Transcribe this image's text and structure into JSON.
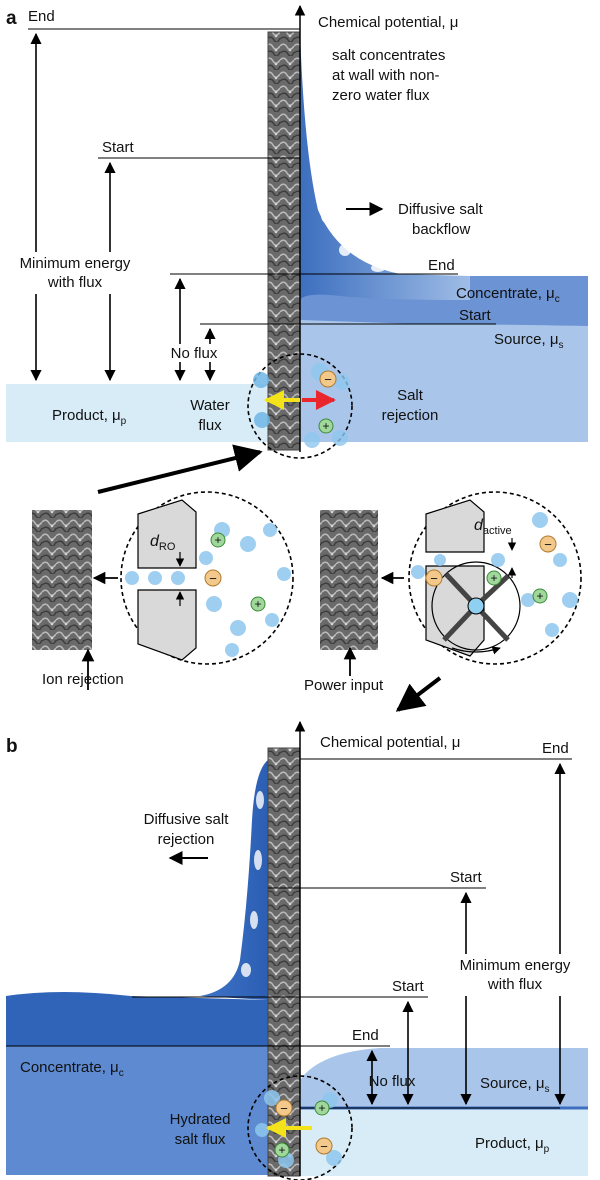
{
  "panel_a": {
    "label": "a",
    "end_top": "End",
    "axis_title": "Chemical potential, μ",
    "wall_note": [
      "salt concentrates",
      "at wall with non-",
      "zero water flux"
    ],
    "start_left": "Start",
    "diffusive": [
      "Diffusive salt",
      "backflow"
    ],
    "min_energy": [
      "Minimum energy",
      "with flux"
    ],
    "end_right": "End",
    "concentrate": "Concentrate, μ",
    "concentrate_sub": "c",
    "start_right": "Start",
    "source": "Source, μ",
    "source_sub": "s",
    "no_flux": "No flux",
    "product": "Product, μ",
    "product_sub": "p",
    "water_flux": [
      "Water",
      "flux"
    ],
    "salt_rejection": [
      "Salt",
      "rejection"
    ]
  },
  "middle": {
    "ion_rejection": "Ion rejection",
    "d_ro": "d",
    "d_ro_sub": "RO",
    "power_input": "Power input",
    "d_active": "d",
    "d_active_sub": "active"
  },
  "panel_b": {
    "label": "b",
    "axis_title": "Chemical potential, μ",
    "end_top": "End",
    "diffusive": [
      "Diffusive salt",
      "rejection"
    ],
    "start_upper": "Start",
    "min_energy": [
      "Minimum energy",
      "with flux"
    ],
    "start_lower": "Start",
    "end_lower": "End",
    "no_flux": "No flux",
    "concentrate": "Concentrate, μ",
    "concentrate_sub": "c",
    "source": "Source, μ",
    "source_sub": "s",
    "hydrated": [
      "Hydrated",
      "salt flux"
    ],
    "product": "Product, μ",
    "product_sub": "p"
  },
  "ion_symbols": {
    "cation": "+",
    "anion": "−"
  },
  "colors": {
    "product": "#d8ecf7",
    "source": "#a9c6ea",
    "concentrate": "#5d8ad0",
    "concentrate_dark": "#2f64b8",
    "membrane": "#6e6e6e",
    "water": "#6fb6e6",
    "cation": "#9fd89a",
    "anion": "#f2c98b",
    "arrow_yellow": "#f4e21a",
    "arrow_red": "#e8262b"
  }
}
